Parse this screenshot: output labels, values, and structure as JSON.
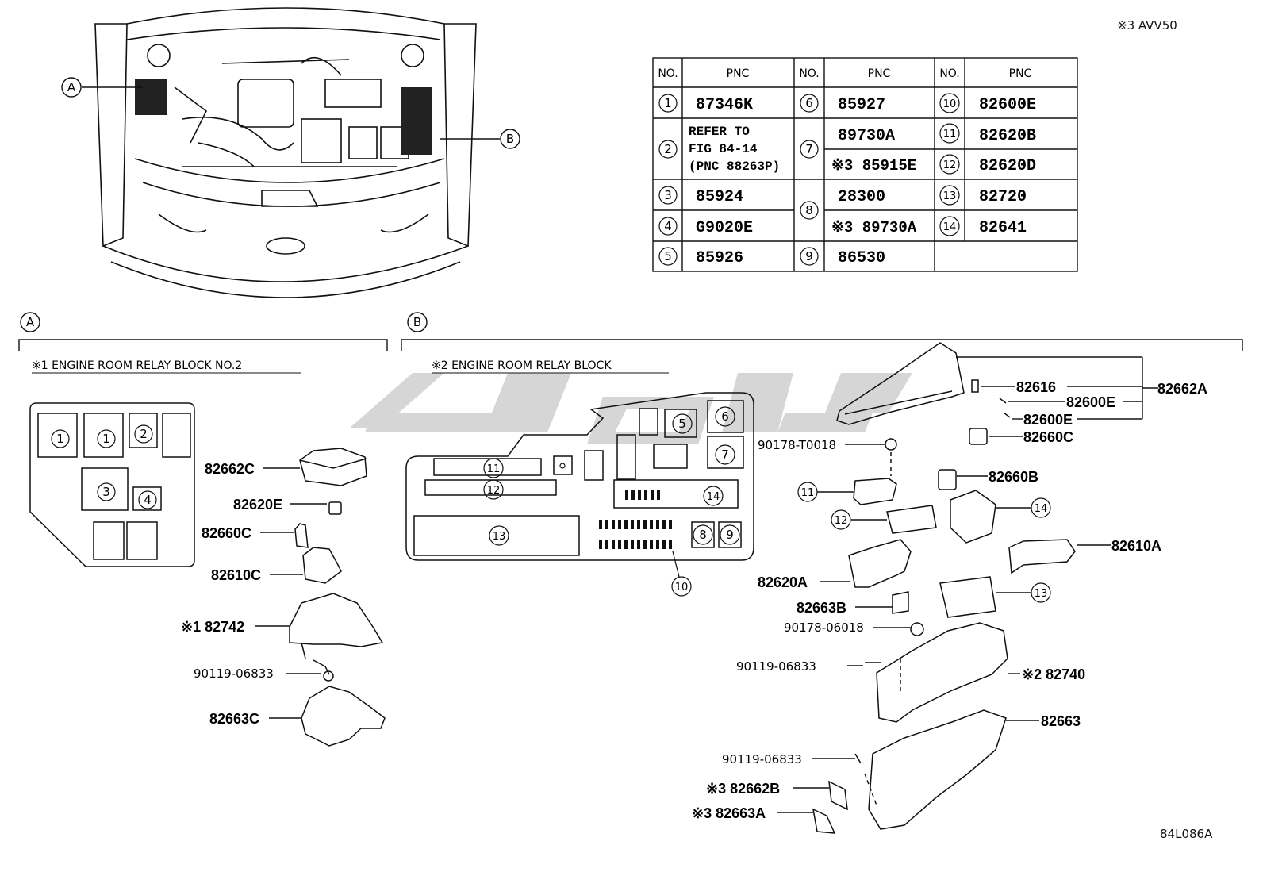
{
  "top_note": "※3 AVV50",
  "footer_code": "84L086A",
  "table": {
    "headers": [
      "NO.",
      "PNC",
      "NO.",
      "PNC",
      "NO.",
      "PNC"
    ],
    "col1": [
      {
        "no": "1",
        "pnc": "87346K"
      },
      {
        "no": "2",
        "pnc_lines": [
          "REFER TO",
          "FIG 84-14",
          "(PNC 88263P)"
        ]
      },
      {
        "no": "3",
        "pnc": "85924"
      },
      {
        "no": "4",
        "pnc": "G9020E"
      },
      {
        "no": "5",
        "pnc": "85926"
      }
    ],
    "col2": [
      {
        "no": "6",
        "pnc": "85927"
      },
      {
        "no": "7",
        "pnc": "89730A",
        "pnc2": "※3 85915E"
      },
      {
        "no": "8",
        "pnc": "28300",
        "pnc2": "※3 89730A"
      },
      {
        "no": "9",
        "pnc": "86530"
      }
    ],
    "col3": [
      {
        "no": "10",
        "pnc": "82600E"
      },
      {
        "no": "11",
        "pnc": "82620B"
      },
      {
        "no": "12",
        "pnc": "82620D"
      },
      {
        "no": "13",
        "pnc": "82720"
      },
      {
        "no": "14",
        "pnc": "82641"
      }
    ]
  },
  "engine_callouts": {
    "a": "A",
    "b": "B"
  },
  "section_a": {
    "marker": "A",
    "title": "※1 ENGINE ROOM RELAY BLOCK NO.2",
    "block_labels": [
      "1",
      "1",
      "2",
      "3",
      "4"
    ],
    "parts": [
      "82662C",
      "82620E",
      "82660C",
      "82610C",
      "※1 82742",
      "90119-06833",
      "82663C"
    ]
  },
  "section_b": {
    "marker": "B",
    "title": "※2 ENGINE ROOM RELAY BLOCK",
    "block_labels": [
      "5",
      "6",
      "7",
      "11",
      "12",
      "14",
      "13",
      "8",
      "9",
      "10"
    ],
    "parts": {
      "p82662A": "82662A",
      "p82616": "82616",
      "p82600E_1": "82600E",
      "p82600E_2": "82600E",
      "p82660C": "82660C",
      "p90178T": "90178-T0018",
      "p82660B": "82660B",
      "c11": "11",
      "c12": "12",
      "c14": "14",
      "p82610A": "82610A",
      "p82620A": "82620A",
      "c13": "13",
      "p82663B": "82663B",
      "p90178": "90178-06018",
      "p90119a": "90119-06833",
      "p82740": "※2 82740",
      "p82663": "82663",
      "p90119b": "90119-06833",
      "p82662B": "※3 82662B",
      "p82663A": "※3 82663A"
    }
  },
  "watermark_color": "#d6d6d6"
}
